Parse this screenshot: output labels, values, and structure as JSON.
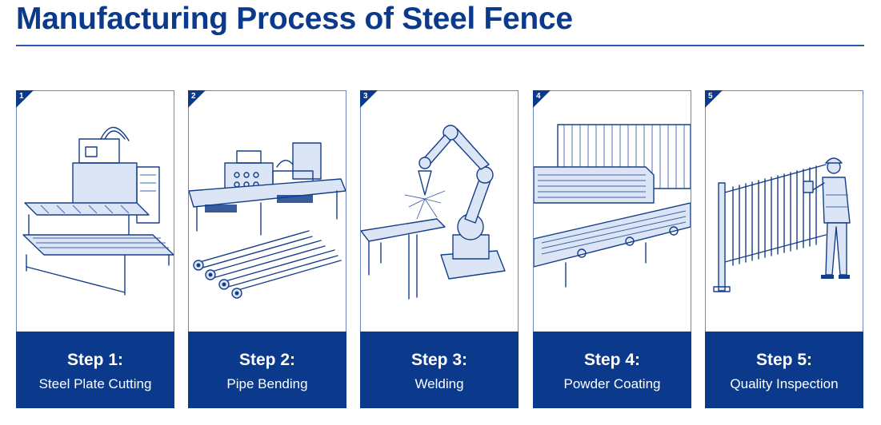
{
  "page": {
    "title": "Manufacturing Process of Steel Fence"
  },
  "steps": [
    {
      "number": "1",
      "step": "Step 1:",
      "label": "Steel Plate Cutting",
      "icon": "cutting-machine-icon"
    },
    {
      "number": "2",
      "step": "Step 2:",
      "label": "Pipe Bending",
      "icon": "pipe-bending-machine-icon"
    },
    {
      "number": "3",
      "step": "Step 3:",
      "label": "Welding",
      "icon": "welding-robot-icon"
    },
    {
      "number": "4",
      "step": "Step 4:",
      "label": "Powder Coating",
      "icon": "powder-coating-line-icon"
    },
    {
      "number": "5",
      "step": "Step 5:",
      "label": "Quality Inspection",
      "icon": "inspector-fence-icon"
    }
  ],
  "colors": {
    "brand": "#0b3a8c",
    "line": "#153e8a",
    "background": "#ffffff"
  }
}
